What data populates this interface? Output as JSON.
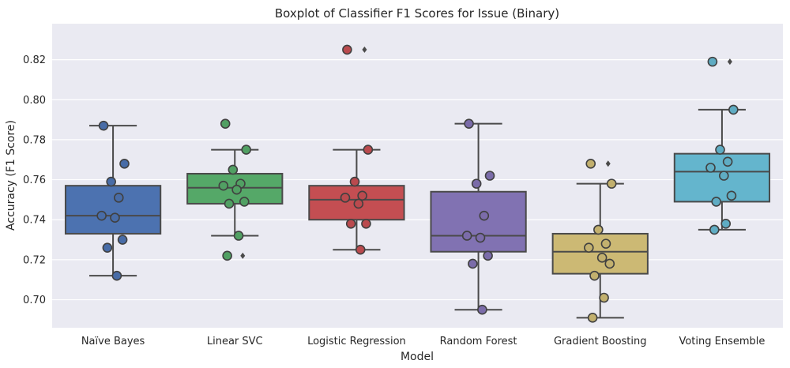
{
  "chart_data": {
    "type": "box",
    "title": "Boxplot of Classifier F1 Scores for Issue (Binary)",
    "xlabel": "Model",
    "ylabel": "Accuracy (F1 Score)",
    "ylim": [
      0.686,
      0.838
    ],
    "yticks": [
      0.7,
      0.72,
      0.74,
      0.76,
      0.78,
      0.8,
      0.82
    ],
    "ytick_labels": [
      "0.70",
      "0.72",
      "0.74",
      "0.76",
      "0.78",
      "0.80",
      "0.82"
    ],
    "grid": "horizontal",
    "background": "#eaeaf2",
    "categories": [
      "Naïve Bayes",
      "Linear SVC",
      "Logistic Regression",
      "Random Forest",
      "Gradient Boosting",
      "Voting Ensemble"
    ],
    "boxes": [
      {
        "category": "Naïve Bayes",
        "color": "#4c72b0",
        "whisker_low": 0.712,
        "q1": 0.733,
        "median": 0.742,
        "q3": 0.757,
        "whisker_high": 0.787,
        "outliers": [],
        "points": [
          0.787,
          0.768,
          0.759,
          0.751,
          0.742,
          0.741,
          0.73,
          0.726,
          0.712
        ]
      },
      {
        "category": "Linear SVC",
        "color": "#55a868",
        "whisker_low": 0.732,
        "q1": 0.748,
        "median": 0.756,
        "q3": 0.763,
        "whisker_high": 0.775,
        "outliers": [
          0.722
        ],
        "points": [
          0.788,
          0.775,
          0.765,
          0.758,
          0.757,
          0.755,
          0.749,
          0.748,
          0.732,
          0.722
        ]
      },
      {
        "category": "Logistic Regression",
        "color": "#c44e52",
        "whisker_low": 0.725,
        "q1": 0.74,
        "median": 0.75,
        "q3": 0.757,
        "whisker_high": 0.775,
        "outliers": [
          0.825
        ],
        "points": [
          0.825,
          0.775,
          0.759,
          0.752,
          0.751,
          0.748,
          0.738,
          0.738,
          0.725
        ]
      },
      {
        "category": "Random Forest",
        "color": "#8172b2",
        "whisker_low": 0.695,
        "q1": 0.724,
        "median": 0.732,
        "q3": 0.754,
        "whisker_high": 0.788,
        "outliers": [],
        "points": [
          0.788,
          0.762,
          0.758,
          0.742,
          0.732,
          0.731,
          0.722,
          0.718,
          0.695
        ]
      },
      {
        "category": "Gradient Boosting",
        "color": "#ccb974",
        "whisker_low": 0.691,
        "q1": 0.713,
        "median": 0.724,
        "q3": 0.733,
        "whisker_high": 0.758,
        "outliers": [
          0.768
        ],
        "points": [
          0.768,
          0.758,
          0.735,
          0.728,
          0.726,
          0.721,
          0.718,
          0.712,
          0.701,
          0.691
        ]
      },
      {
        "category": "Voting Ensemble",
        "color": "#64b5cd",
        "whisker_low": 0.735,
        "q1": 0.749,
        "median": 0.764,
        "q3": 0.773,
        "whisker_high": 0.795,
        "outliers": [
          0.819
        ],
        "points": [
          0.819,
          0.795,
          0.775,
          0.769,
          0.766,
          0.762,
          0.752,
          0.749,
          0.738,
          0.735
        ]
      }
    ]
  }
}
